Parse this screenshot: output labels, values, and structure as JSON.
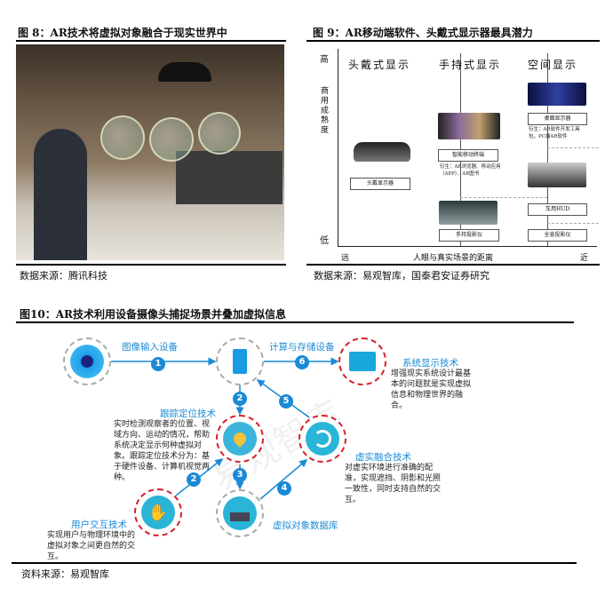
{
  "fig8": {
    "title": "图 8：AR技术将虚拟对象融合于现实世界中",
    "source": "数据来源：腾讯科技"
  },
  "fig9": {
    "title": "图 9：AR移动端软件、头戴式显示器最具潜力",
    "source": "数据来源：易观智库，国泰君安证券研究",
    "y_high": "高",
    "y_label": "商用成熟度",
    "y_low": "低",
    "x_far": "远",
    "x_label": "人眼与真实场景的距离",
    "x_near": "近",
    "columns": [
      "头戴式显示",
      "手持式显示",
      "空间显示"
    ],
    "boxes": {
      "hmd": "头戴显示器",
      "mobile": "智能移动终端",
      "mobile_note": "衍生：AR浏览器、移动应用（APP）、AR图书",
      "projector": "手持投影仪",
      "desktop": "桌面显示器",
      "desktop_note": "衍生：AR软件开发工具包，PC端AR软件",
      "hud": "车用HUD",
      "holo": "全息投影仪"
    }
  },
  "fig10": {
    "title": "图10：AR技术利用设备摄像头捕捉场景并叠加虚拟信息",
    "source": "资料来源：易观智库",
    "watermark": "易观智库",
    "nodes": {
      "input": {
        "label": "图像输入设备"
      },
      "compute": {
        "label": "计算与存储设备"
      },
      "display": {
        "label": "系统显示技术",
        "desc": "增强现实系统设计最基本的问题就是实现虚拟信息和物理世界的融合。"
      },
      "tracking": {
        "label": "跟踪定位技术",
        "desc": "实时检测观察者的位置、视域方向、运动的情况，帮助系统决定显示何种虚拟对象。跟踪定位技术分为：基于硬件设备、计算机视觉两种。"
      },
      "fusion": {
        "label": "虚实融合技术",
        "desc": "对虚实环境进行准确的配准，实现遮挡、阴影和光照一致性，同时支持自然的交互。"
      },
      "interaction": {
        "label": "用户交互技术",
        "desc": "实现用户与物理环境中的虚拟对象之间更自然的交互。"
      },
      "database": {
        "label": "虚拟对象数据库"
      }
    },
    "steps": [
      "1",
      "6",
      "2",
      "5",
      "2",
      "3",
      "4"
    ],
    "colors": {
      "blue": "#1a8ad6",
      "cyan": "#2ab4d8",
      "red": "#d8202a"
    }
  }
}
